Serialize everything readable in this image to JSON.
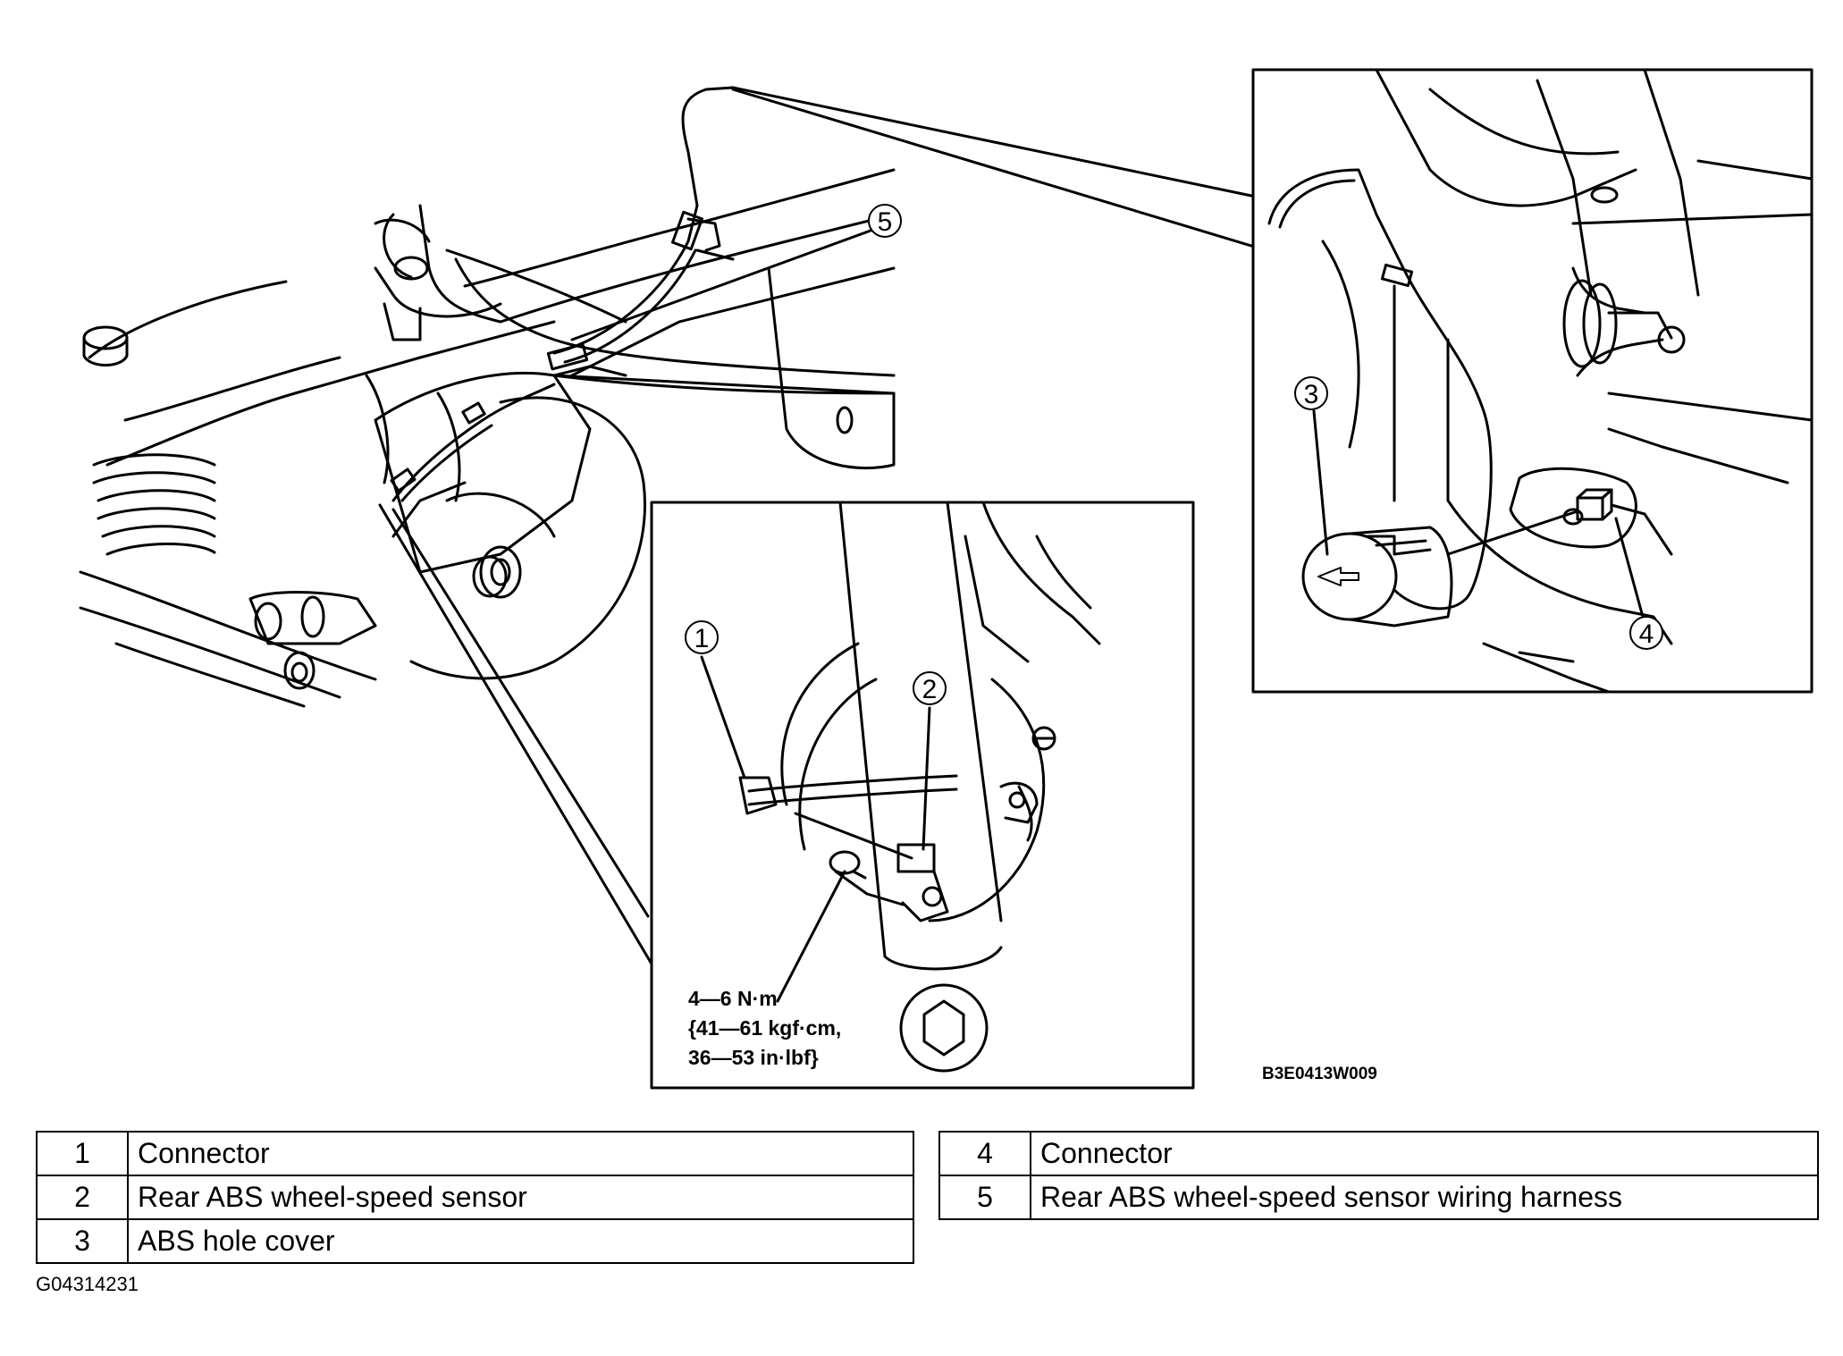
{
  "callouts": [
    "1",
    "2",
    "3",
    "4",
    "5"
  ],
  "torque_spec": {
    "line1": "4—6 N·m",
    "line2": "{41—61 kgf·cm,",
    "line3": "36—53 in·lbf}"
  },
  "figure_code": "B3E0413W009",
  "document_id": "G04314231",
  "legend_left": [
    {
      "num": "1",
      "label": "Connector"
    },
    {
      "num": "2",
      "label": "Rear ABS wheel-speed sensor"
    },
    {
      "num": "3",
      "label": "ABS hole cover"
    }
  ],
  "legend_right": [
    {
      "num": "4",
      "label": "Connector"
    },
    {
      "num": "5",
      "label": "Rear ABS wheel-speed sensor wiring harness"
    }
  ]
}
